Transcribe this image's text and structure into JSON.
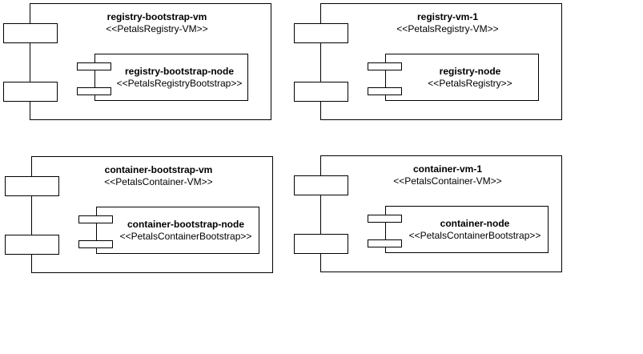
{
  "colors": {
    "background": "#ffffff",
    "line": "#000000",
    "text": "#000000"
  },
  "components": [
    {
      "name": "registry-bootstrap-vm",
      "stereotype": "<<PetalsRegistry-VM>>",
      "node": {
        "name": "registry-bootstrap-node",
        "stereotype": "<<PetalsRegistryBootstrap>>"
      }
    },
    {
      "name": "registry-vm-1",
      "stereotype": "<<PetalsRegistry-VM>>",
      "node": {
        "name": "registry-node",
        "stereotype": "<<PetalsRegistry>>"
      }
    },
    {
      "name": "container-bootstrap-vm",
      "stereotype": "<<PetalsContainer-VM>>",
      "node": {
        "name": "container-bootstrap-node",
        "stereotype": "<<PetalsContainerBootstrap>>"
      }
    },
    {
      "name": "container-vm-1",
      "stereotype": "<<PetalsContainer-VM>>",
      "node": {
        "name": "container-node",
        "stereotype": "<<PetalsContainerBootstrap>>"
      }
    }
  ]
}
